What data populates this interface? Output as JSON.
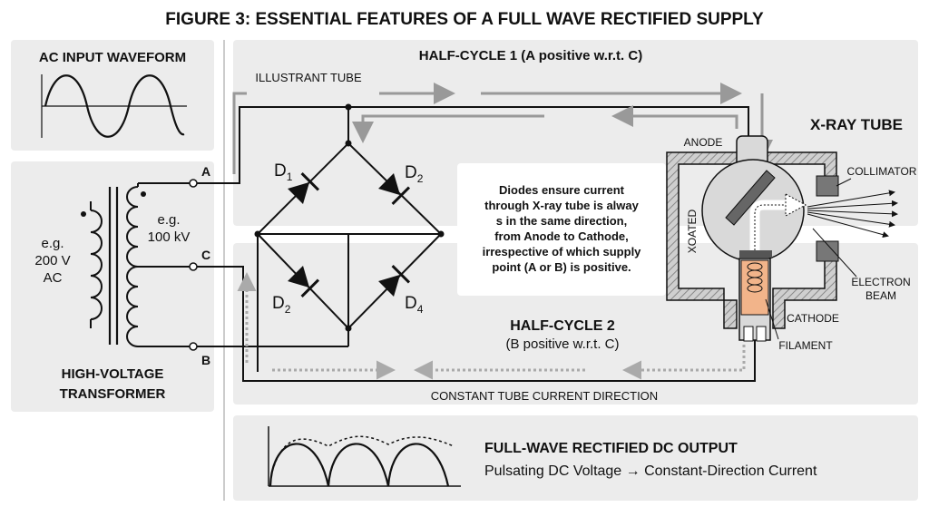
{
  "title": "FIGURE 3: ESSENTIAL FEATURES OF A FULL WAVE RECTIFIED SUPPLY",
  "ac_input": {
    "heading": "AC INPUT WAVEFORM"
  },
  "transformer": {
    "primary_line1": "e.g.",
    "primary_line2": "200 V",
    "primary_line3": "AC",
    "secondary_line1": "e.g.",
    "secondary_line2": "100 kV",
    "label_line1": "HIGH-VOLTAGE",
    "label_line2": "TRANSFORMER",
    "terminal_a": "A",
    "terminal_c": "C",
    "terminal_b": "B"
  },
  "half_cycle_1": {
    "label": "HALF-CYCLE 1 (A positive w.r.t. C)",
    "path_label": "ILLUSTRANT TUBE"
  },
  "half_cycle_2": {
    "label": "HALF-CYCLE 2",
    "sublabel": "(B positive w.r.t. C)",
    "path_label": "CONSTANT TUBE CURRENT DIRECTION"
  },
  "diodes": {
    "d1": {
      "letter": "D",
      "sub": "1"
    },
    "d2_top": {
      "letter": "D",
      "sub": "2"
    },
    "d2_bottom": {
      "letter": "D",
      "sub": "2"
    },
    "d4": {
      "letter": "D",
      "sub": "4"
    }
  },
  "note": {
    "line1": "Diodes ensure current",
    "line2": "through X-ray tube is alway",
    "line3": "s in the same direction,",
    "line4": "from Anode to Cathode,",
    "line5": "irrespective of which supply",
    "line6": "point (A or B) is positive."
  },
  "xray": {
    "heading": "X-RAY TUBE",
    "anode": "ANODE",
    "xoated": "XOATED",
    "collimator": "COLLIMATOR",
    "electron_line1": "ELECTRON",
    "electron_line2": "BEAM",
    "cathode": "CATHODE",
    "filament": "FILAMENT"
  },
  "output": {
    "heading": "FULL-WAVE RECTIFIED DC OUTPUT",
    "subheading": "Pulsating DC Voltage → Constant-Direction Current"
  },
  "colors": {
    "panel": "#ececec",
    "arrow_gray": "#999999",
    "wire": "#111111",
    "cathode_orange": "#f2b48a",
    "tube_gray": "#d9d9d9"
  }
}
